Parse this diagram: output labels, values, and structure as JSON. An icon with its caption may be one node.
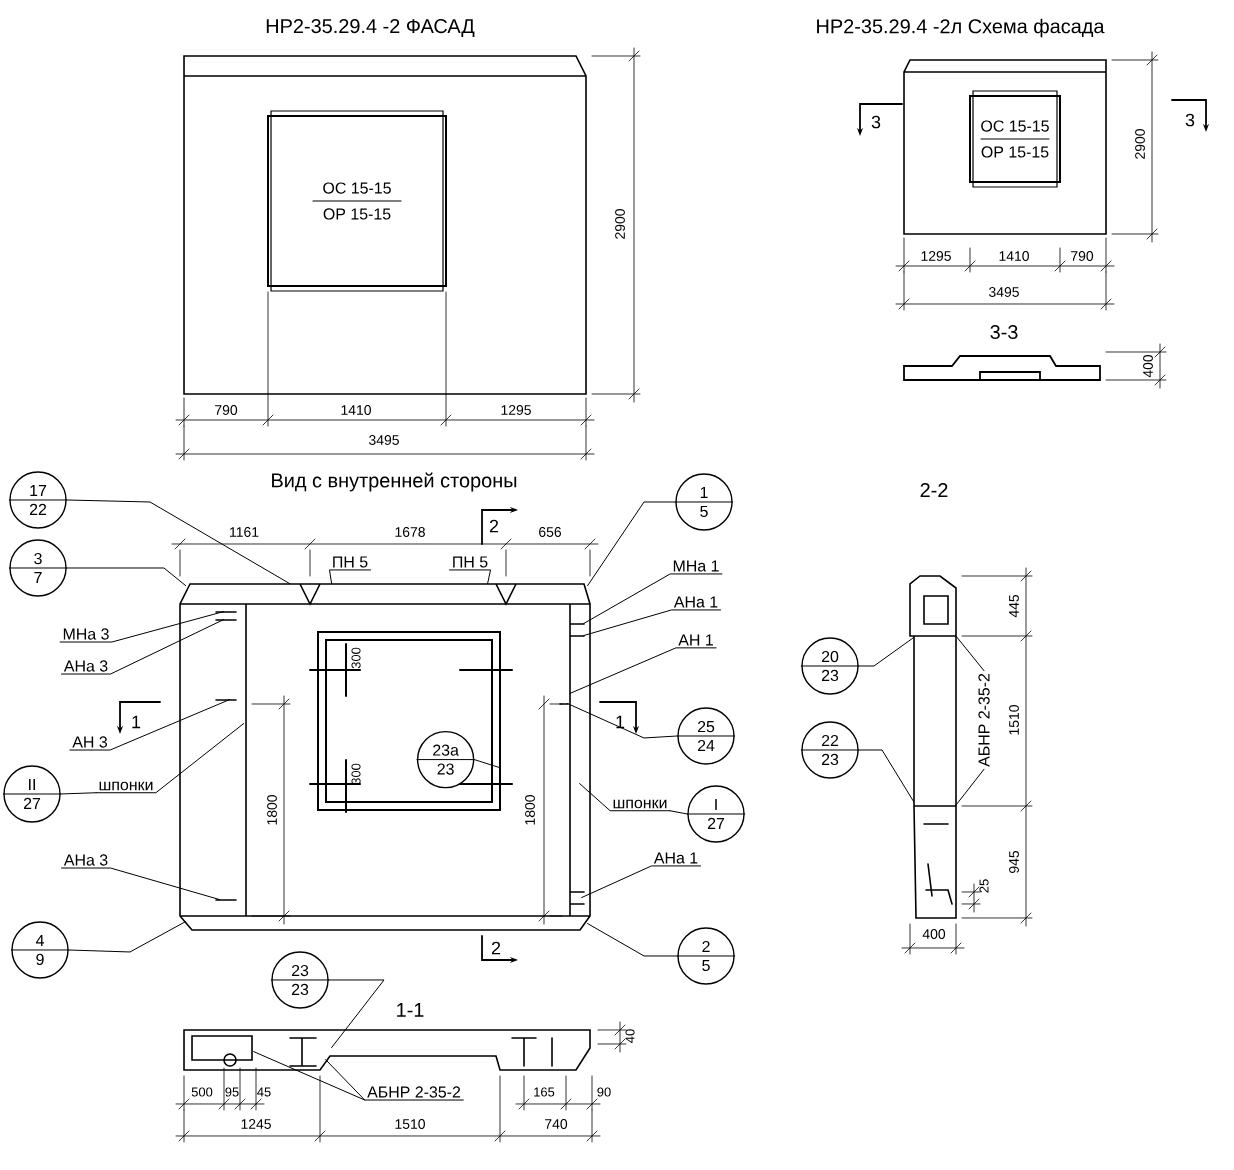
{
  "diagram": {
    "nodes": [
      {
        "text": [
          "ОС 15-15",
          "ОР 15-15"
        ]
      },
      {
        "text": [
          "ОС 15-15",
          "ОР 15-15"
        ]
      },
      {
        "text": [
          "17",
          "22"
        ]
      },
      {
        "text": [
          "3",
          "7"
        ]
      },
      {
        "text": [
          "МНа 3"
        ]
      },
      {
        "text": [
          "АНа 3"
        ]
      },
      {
        "text": [
          "АН 3"
        ]
      },
      {
        "text": [
          "II",
          "27"
        ]
      },
      {
        "text": [
          "шпонки"
        ]
      },
      {
        "text": [
          "АНа 3"
        ]
      },
      {
        "text": [
          "4",
          "9"
        ]
      },
      {
        "text": [
          "ПН 5"
        ]
      },
      {
        "text": [
          "ПН 5"
        ]
      },
      {
        "text": [
          "23а",
          "23"
        ],
        "in": 28
      },
      {
        "text": [
          "1",
          "5"
        ]
      },
      {
        "text": [
          "МНа 1"
        ]
      },
      {
        "text": [
          "АНа 1"
        ]
      },
      {
        "text": [
          "АН 1"
        ]
      },
      {
        "text": [
          "25",
          "24"
        ]
      },
      {
        "text": [
          "шпонки"
        ]
      },
      {
        "text": [
          "I",
          "27"
        ]
      },
      {
        "text": [
          "АНа 1"
        ]
      },
      {
        "text": [
          "2",
          "5"
        ]
      },
      {
        "text": [
          "23",
          "23"
        ]
      },
      {
        "text": [
          "АБНР 2-35-2"
        ]
      },
      {
        "text": [
          "20",
          "23"
        ]
      },
      {
        "text": [
          "22",
          "23"
        ]
      },
      {
        "text": [
          "АБНР 2-35-2"
        ]
      },
      {
        "text": [],
        "shape": "picture"
      },
      {
        "text": [],
        "shape": "picture"
      },
      {
        "text": [],
        "shape": "picture"
      }
    ],
    "edges": [
      {
        "from": 2,
        "to": 28,
        "arrow": "none"
      },
      {
        "from": 3,
        "to": 28,
        "arrow": "none"
      },
      {
        "from": 4,
        "to": 28,
        "arrow": "none"
      },
      {
        "from": 5,
        "to": 28,
        "arrow": "none"
      },
      {
        "from": 6,
        "to": 28,
        "arrow": "none"
      },
      {
        "from": 7,
        "to": 8,
        "arrow": "none"
      },
      {
        "from": 8,
        "to": 28,
        "arrow": "none"
      },
      {
        "from": 9,
        "to": 28,
        "arrow": "none"
      },
      {
        "from": 10,
        "to": 28,
        "arrow": "none"
      },
      {
        "from": 11,
        "to": 28,
        "arrow": "none"
      },
      {
        "from": 12,
        "to": 28,
        "arrow": "none"
      },
      {
        "from": 13,
        "to": 28,
        "arrow": "none"
      },
      {
        "from": 14,
        "to": 28,
        "arrow": "none"
      },
      {
        "from": 15,
        "to": 28,
        "arrow": "none"
      },
      {
        "from": 16,
        "to": 28,
        "arrow": "none"
      },
      {
        "from": 17,
        "to": 28,
        "arrow": "none"
      },
      {
        "from": 18,
        "to": 28,
        "arrow": "none"
      },
      {
        "from": 20,
        "to": 19,
        "arrow": "none"
      },
      {
        "from": 19,
        "to": 28,
        "arrow": "none"
      },
      {
        "from": 21,
        "to": 28,
        "arrow": "none"
      },
      {
        "from": 22,
        "to": 28,
        "arrow": "none"
      },
      {
        "from": 23,
        "to": 29,
        "arrow": "none"
      },
      {
        "from": 24,
        "to": 29,
        "arrow": "none"
      },
      {
        "from": 24,
        "to": 29,
        "arrow": "none"
      },
      {
        "from": 25,
        "to": 30,
        "arrow": "none"
      },
      {
        "from": 26,
        "to": 30,
        "arrow": "none"
      },
      {
        "from": 27,
        "to": 30,
        "arrow": "none"
      },
      {
        "from": 27,
        "to": 30,
        "arrow": "none"
      }
    ],
    "labels": [
      "НР2-35.29.4 -2 ФАСАД",
      "НР2-35.29.4 -2л Схема фасада",
      "2900",
      "790",
      "1410",
      "1295",
      "3495",
      "3",
      "3",
      "2900",
      "1295",
      "1410",
      "790",
      "3495",
      "3-3",
      "400",
      "Вид с внутренней стороны",
      "2-2",
      "1161",
      "1678",
      "2",
      "656",
      "445",
      "300",
      "1",
      "1",
      "1510",
      "1800",
      "1800",
      "300",
      "945",
      "25",
      "400",
      "2",
      "1-1",
      "40",
      "500",
      "95",
      "45",
      "165",
      "90",
      "1245",
      "1510",
      "740"
    ]
  }
}
